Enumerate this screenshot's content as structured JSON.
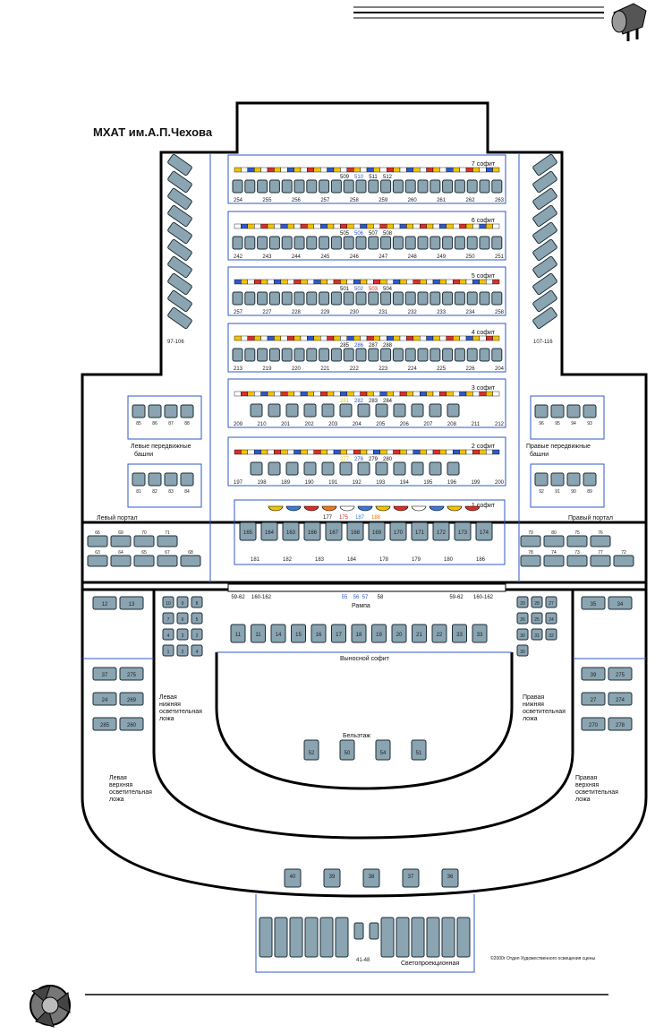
{
  "title": "МХАТ им.А.П.Чехова",
  "copyright": "©2000г Отдел Художественного освещения сцены",
  "colors": {
    "lamp": "#8aa4b1",
    "blue_line": "#2f59c8",
    "yellow": "#f2c400",
    "red": "#d6302a",
    "orange": "#f07a1a"
  },
  "header_icon": "spotlight-icon",
  "footer_icon": "spotlight-icon",
  "battens": [
    {
      "label": "7 софит",
      "nums_top": [
        "509",
        "510",
        "511",
        "512"
      ],
      "nums_bottom": [
        "254",
        "255",
        "256",
        "257",
        "258",
        "259",
        "260",
        "261",
        "262",
        "263"
      ]
    },
    {
      "label": "6 софит",
      "nums_top": [
        "505",
        "506",
        "507",
        "508"
      ],
      "nums_bottom": [
        "242",
        "243",
        "244",
        "245",
        "246",
        "247",
        "248",
        "249",
        "250",
        "251"
      ]
    },
    {
      "label": "5 софит",
      "nums_top": [
        "501",
        "502",
        "503",
        "504"
      ],
      "nums_bottom": [
        "257",
        "227",
        "228",
        "229",
        "230",
        "231",
        "232",
        "233",
        "234",
        "258"
      ]
    },
    {
      "label": "4 софит",
      "nums_top": [
        "285",
        "286",
        "287",
        "288"
      ],
      "nums_bottom": [
        "213",
        "219",
        "220",
        "221",
        "222",
        "223",
        "224",
        "225",
        "226",
        "204"
      ]
    },
    {
      "label": "3 софит",
      "nums_top": [
        "281",
        "282",
        "283",
        "284"
      ],
      "nums_bottom": [
        "209",
        "210",
        "201",
        "202",
        "203",
        "204",
        "205",
        "206",
        "207",
        "208",
        "211",
        "212"
      ]
    },
    {
      "label": "2 софит",
      "nums_top": [
        "277",
        "278",
        "279",
        "280"
      ],
      "nums_bottom": [
        "197",
        "198",
        "189",
        "190",
        "191",
        "192",
        "193",
        "194",
        "195",
        "196",
        "199",
        "200"
      ]
    },
    {
      "label": "1 софит",
      "nums_top": [
        "177",
        "175",
        "187",
        "188"
      ],
      "nums_mid": [
        "165",
        "164",
        "163",
        "166",
        "167",
        "168",
        "169",
        "170",
        "171",
        "172",
        "173",
        "174"
      ],
      "nums_bottom": [
        "181",
        "182",
        "183",
        "184",
        "178",
        "179",
        "180",
        "186"
      ]
    }
  ],
  "left_side_range": "97-106",
  "right_side_range": "107-116",
  "left_towers": {
    "label_1": "Левые передвижные",
    "label_2": "башни",
    "top": [
      "85",
      "86",
      "87",
      "88"
    ],
    "bottom": [
      "81",
      "82",
      "83",
      "84"
    ]
  },
  "right_towers": {
    "label_1": "Правые передвижные",
    "label_2": "башни",
    "top": [
      "96",
      "95",
      "94",
      "93"
    ],
    "bottom": [
      "92",
      "91",
      "90",
      "89"
    ]
  },
  "left_portal": {
    "label": "Левый портал",
    "nums": [
      "66",
      "69",
      "70",
      "71",
      "63",
      "64",
      "65",
      "67",
      "68"
    ]
  },
  "right_portal": {
    "label": "Правый портал",
    "nums": [
      "79",
      "80",
      "75",
      "76",
      "78",
      "74",
      "73",
      "77",
      "72"
    ]
  },
  "rampa": {
    "label": "Рампа",
    "nums": [
      "59-62",
      "160-162",
      "55",
      "56",
      "57",
      "58",
      "59-62",
      "160-162"
    ]
  },
  "front_batten": {
    "label": "Выносной софит",
    "nums": [
      "11",
      "11",
      "14",
      "15",
      "16",
      "17",
      "18",
      "19",
      "20",
      "21",
      "22",
      "33",
      "33"
    ]
  },
  "left_box": {
    "label_1": "Левая",
    "label_2": "нижняя",
    "label_3": "осветительная",
    "label_4": "ложа",
    "nums": [
      "10",
      "9",
      "8",
      "7",
      "6",
      "5",
      "4",
      "3",
      "2",
      "1",
      "2",
      "4"
    ]
  },
  "right_box": {
    "label_1": "Правая",
    "label_2": "нижняя",
    "label_3": "осветительная",
    "label_4": "ложа",
    "nums": [
      "29",
      "28",
      "27",
      "26",
      "25",
      "24",
      "30",
      "31",
      "32",
      "30"
    ]
  },
  "left_upper_box": {
    "label_1": "Левая",
    "label_2": "верхняя",
    "label_3": "осветительная",
    "label_4": "ложа",
    "nums": [
      "12",
      "13",
      "37",
      "275",
      "24",
      "269",
      "285",
      "260"
    ]
  },
  "right_upper_box": {
    "label_1": "Правая",
    "label_2": "верхняя",
    "label_3": "осветительная",
    "label_4": "ложа",
    "nums": [
      "35",
      "34",
      "39",
      "275",
      "27",
      "274",
      "270",
      "278"
    ]
  },
  "beletage": {
    "label": "Бельэтаж",
    "nums": [
      "52",
      "50",
      "54",
      "51"
    ]
  },
  "balcony_nums": [
    "40",
    "39",
    "38",
    "37",
    "36"
  ],
  "projection": {
    "label": "Светопроекционная",
    "range": "41-48"
  }
}
